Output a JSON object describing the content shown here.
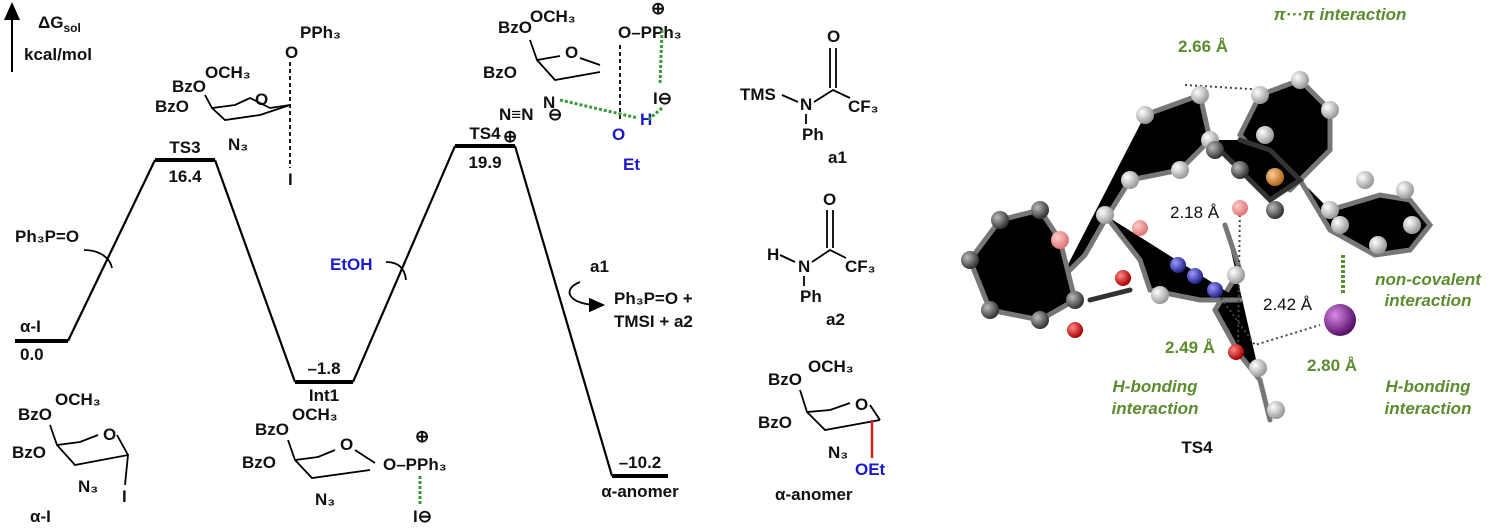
{
  "axis": {
    "label": "ΔG",
    "subscript": "sol",
    "unit": "kcal/mol"
  },
  "profile": {
    "states": [
      {
        "name": "α-I",
        "energy": "0.0"
      },
      {
        "name": "TS3",
        "energy": "16.4"
      },
      {
        "name": "Int1",
        "energy": "–1.8"
      },
      {
        "name": "TS4",
        "energy": "19.9"
      },
      {
        "name": "α-anomer",
        "energy": "–10.2"
      }
    ],
    "reagents": {
      "ph3po": "Ph₃P=O",
      "etoh": "EtOH",
      "a1": "a1",
      "products_line1": "Ph₃P=O +",
      "products_line2": "TMSI + a2"
    }
  },
  "structures": {
    "bzo": "BzO",
    "och3": "OCH₃",
    "o": "O",
    "n3": "N₃",
    "i": "I",
    "pph3": "PPh₃",
    "o_pph3": "O–PPh₃",
    "plus": "⊕",
    "minus": "⊖",
    "i_minus": "I⊖",
    "n_eq_n": "N≡N",
    "n": "N",
    "h": "H",
    "et": "Et",
    "oet": "OEt",
    "labels": {
      "alpha_i": "α-I",
      "alpha_anomer": "α-anomer",
      "a1": "a1",
      "a2": "a2"
    },
    "a1": {
      "tms": "TMS",
      "n": "N",
      "o": "O",
      "cf3": "CF₃",
      "ph": "Ph"
    },
    "a2": {
      "h": "H",
      "n": "N",
      "o": "O",
      "cf3": "CF₃",
      "ph": "Ph"
    }
  },
  "model": {
    "title": "TS4",
    "pi_interaction": "π···π interaction",
    "d_266": "2.66 Å",
    "d_218": "2.18 Å",
    "d_242": "2.42 Å",
    "d_249": "2.49 Å",
    "d_280": "2.80 Å",
    "noncov_1": "non-covalent",
    "noncov_2": "interaction",
    "hbond_left_1": "H-bonding",
    "hbond_left_2": "interaction",
    "hbond_right_1": "H-bonding",
    "hbond_right_2": "interaction",
    "colors": {
      "green": "#5b8c2f",
      "blue": "#1a1acc",
      "iodine": "#7a1f8c",
      "phosphorus": "#c98a2e",
      "oxygen": "#c02020",
      "nitrogen": "#2a2a9a"
    }
  }
}
